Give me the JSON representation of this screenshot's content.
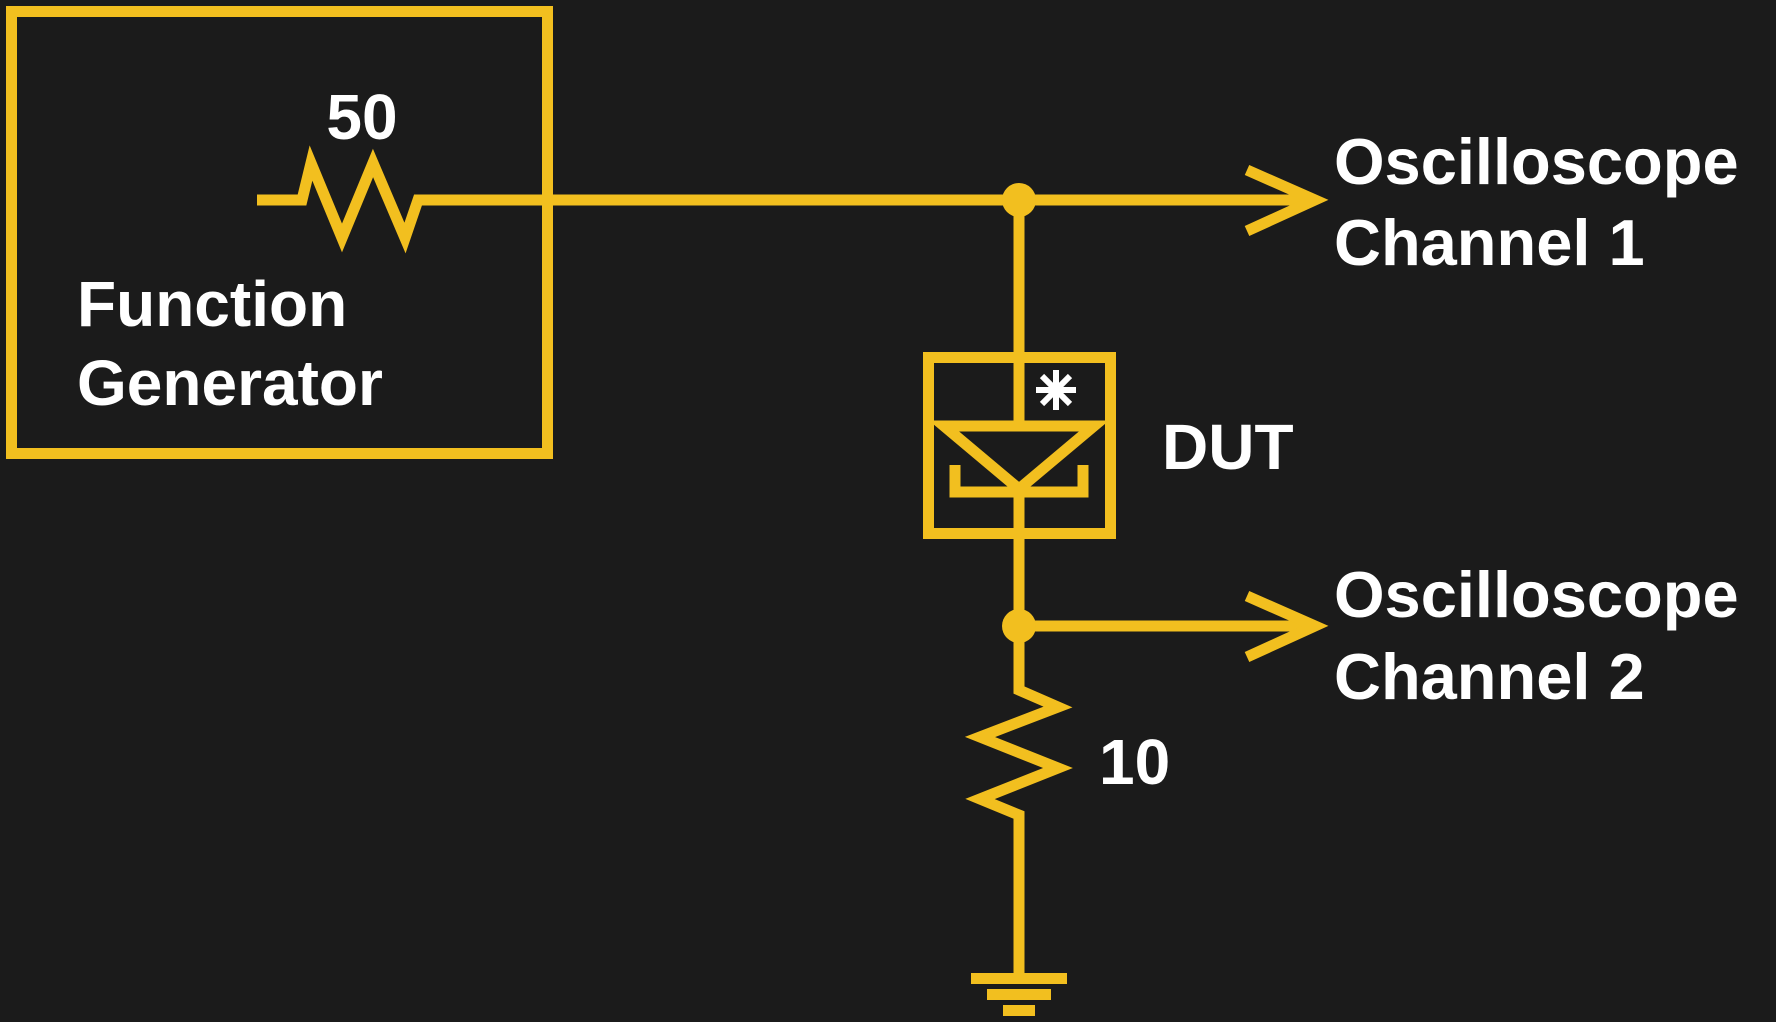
{
  "diagram": {
    "title": "DUT test circuit schematic",
    "colors": {
      "background": "#1b1b1b",
      "wire": "#f2bf1f",
      "text": "#ffffff"
    },
    "function_generator": {
      "label_line1": "Function",
      "label_line2": "Generator",
      "source_resistor_label": "50"
    },
    "dut": {
      "label": "DUT",
      "symbol": "diode-with-asterisk",
      "marker": "*"
    },
    "sense_resistor": {
      "label": "10"
    },
    "outputs": [
      {
        "line1": "Oscilloscope",
        "line2": "Channel 1"
      },
      {
        "line1": "Oscilloscope",
        "line2": "Channel 2"
      }
    ],
    "ground": {
      "symbol": "ground-icon"
    }
  }
}
